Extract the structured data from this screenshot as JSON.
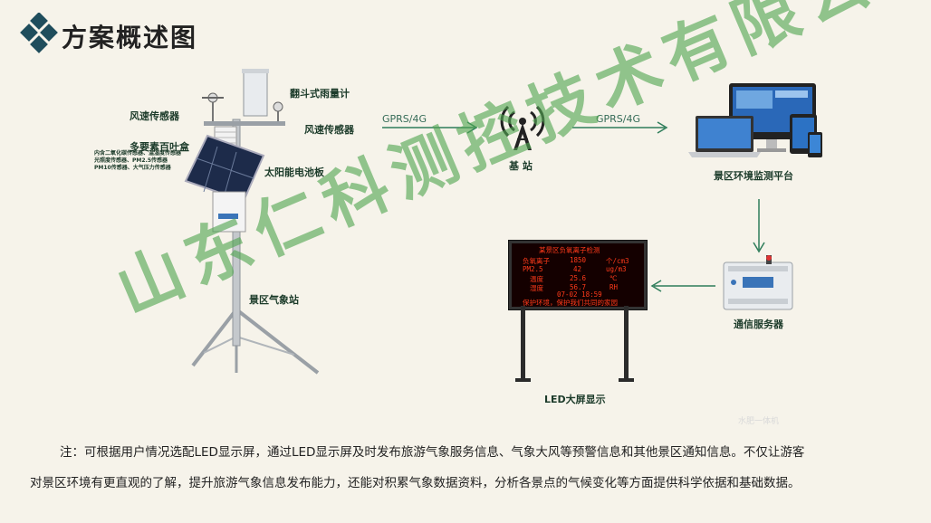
{
  "title": "方案概述图",
  "station": {
    "rain_gauge": "翻斗式雨量计",
    "wind_speed_left": "风速传感器",
    "wind_speed_right": "风速传感器",
    "louver_box": "多要素百叶盒",
    "louver_details": [
      "内含二氧化碳传感器、温湿度传感器",
      "光照度传感器、PM2.5传感器",
      "PM10传感器、大气压力传感器"
    ],
    "solar_panel": "太阳能电池板",
    "name": "景区气象站"
  },
  "network": {
    "link1": "GPRS/4G",
    "link2": "GPRS/4G",
    "base_station": "基  站"
  },
  "platform": {
    "label": "景区环境监测平台"
  },
  "server": {
    "label": "通信服务器"
  },
  "led": {
    "label": "LED大屏显示",
    "screen": {
      "heading": "某景区负氧离子检测",
      "rows": [
        {
          "name": "负氧离子",
          "value": "1850",
          "unit": "个/cm3"
        },
        {
          "name": "PM2.5",
          "value": "42",
          "unit": "ug/m3"
        },
        {
          "name": "温度",
          "value": "25.6",
          "unit": "℃"
        },
        {
          "name": "湿度",
          "value": "56.7",
          "unit": "RH"
        }
      ],
      "datetime": "07-02 18:59",
      "slogan": "保护环境，保护我们共同的家园"
    }
  },
  "watermark": "山东仁科测控技术有限公司",
  "watermark_small": "水肥一体机",
  "note_line1": "注：可根据用户情况选配LED显示屏，通过LED显示屏及时发布旅游气象服务信息、气象大风等预警信息和其他景区通知信息。不仅让游客",
  "note_line2": "对景区环境有更直观的了解，提升旅游气象信息发布能力，还能对积累气象数据资料，分析各景点的气候变化等方面提供科学依据和基础数据。",
  "colors": {
    "accent": "#1f4d5c",
    "watermark": "#50a550",
    "led_text": "#ff3a1a"
  }
}
